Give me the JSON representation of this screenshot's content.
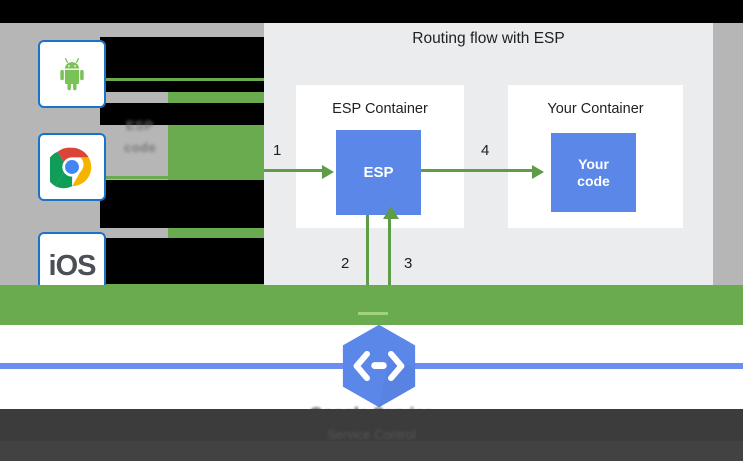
{
  "panel": {
    "title": "Routing flow with ESP",
    "containers": [
      {
        "name": "esp-container",
        "title": "ESP Container",
        "box_label": "ESP"
      },
      {
        "name": "your-container",
        "title": "Your Container",
        "box_label_line1": "Your",
        "box_label_line2": "code"
      }
    ],
    "arrows": [
      {
        "id": "1",
        "label": "1",
        "direction": "right",
        "from": "client",
        "to": "ESP"
      },
      {
        "id": "2",
        "label": "2",
        "direction": "down",
        "from": "ESP",
        "to": "google-service"
      },
      {
        "id": "3",
        "label": "3",
        "direction": "up",
        "from": "google-service",
        "to": "ESP"
      },
      {
        "id": "4",
        "label": "4",
        "direction": "right",
        "from": "ESP",
        "to": "Your code"
      }
    ]
  },
  "clients": {
    "items": [
      {
        "name": "android-icon",
        "label": "Android"
      },
      {
        "name": "chrome-icon",
        "label": "Chrome"
      },
      {
        "name": "ios-icon",
        "label": "iOS"
      }
    ]
  },
  "artifacts": {
    "ghost_text_1": "ESP",
    "ghost_text_2": "code"
  },
  "footer": {
    "service_icon": "code-brackets-hexagon-icon",
    "title": "Google Service",
    "subtitle": "Service Control"
  },
  "colors": {
    "accent_blue": "#5b87e8",
    "line_blue": "#6b8ef0",
    "green": "#6aab4f",
    "arrow_green": "#5e9c48",
    "panel_bg": "#ebecee",
    "grey_band": "#b6b6b6",
    "dark_band": "#3c3c3c"
  }
}
